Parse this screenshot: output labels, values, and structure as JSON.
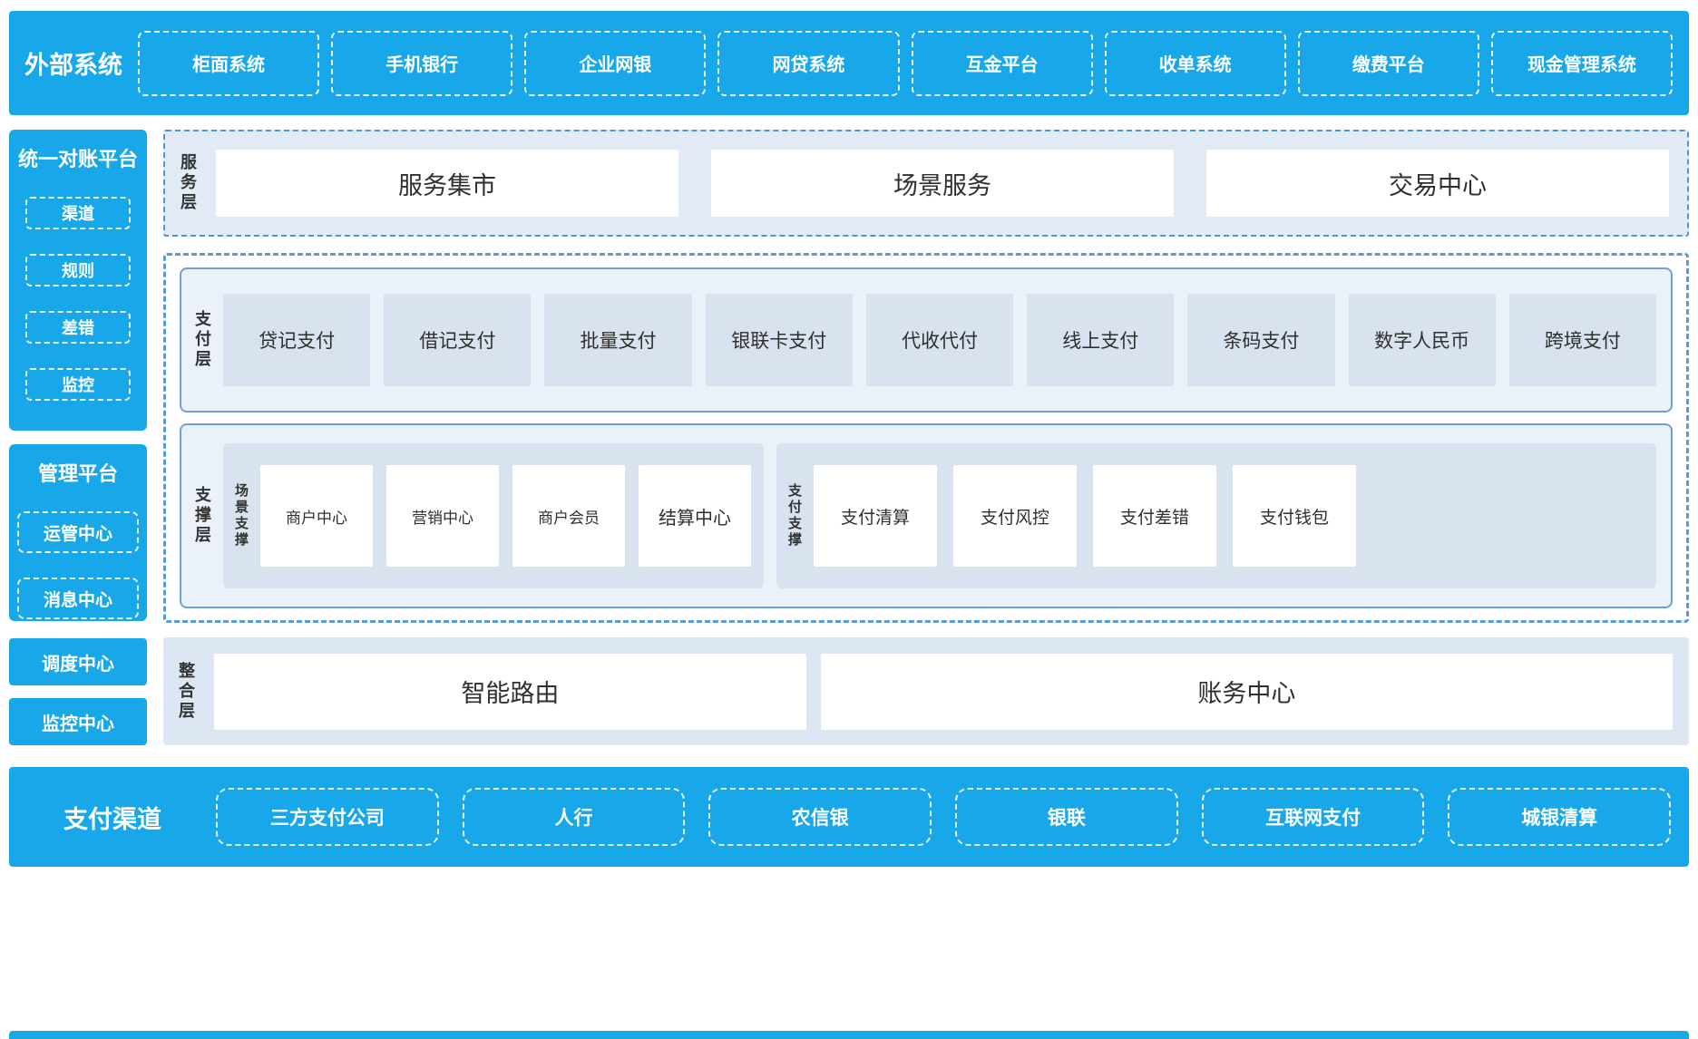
{
  "colors": {
    "accent_blue": "#18A8EA",
    "dashed_border_blue": "#5B9BD5",
    "panel_fill": "#D9E3F0",
    "layer_fill": "#EBF1F8",
    "service_fill": "#E1EAF5",
    "integration_fill": "#DDE7F3",
    "text_dark": "#333333"
  },
  "top_bar": {
    "label": "外部系统",
    "items": [
      "柜面系统",
      "手机银行",
      "企业网银",
      "网贷系统",
      "互金平台",
      "收单系统",
      "缴费平台",
      "现金管理系统"
    ]
  },
  "sidebar": {
    "recon_platform": {
      "title": "统一对账平台",
      "items": [
        "渠道",
        "规则",
        "差错",
        "监控"
      ]
    },
    "mgmt_platform": {
      "title": "管理平台",
      "items": [
        "运管中心",
        "消息中心"
      ]
    },
    "scheduler_block": "调度中心",
    "monitor_block": "监控中心"
  },
  "service_layer": {
    "label": "服务层",
    "items": [
      "服务集市",
      "场景服务",
      "交易中心"
    ]
  },
  "payment_layer": {
    "label": "支付层",
    "items": [
      "贷记支付",
      "借记支付",
      "批量支付",
      "银联卡支付",
      "代收代付",
      "线上支付",
      "条码支付",
      "数字人民币",
      "跨境支付"
    ]
  },
  "support_layer": {
    "label": "支撑层",
    "scene_group": {
      "label": "场景支撑",
      "items": [
        "商户中心",
        "营销中心",
        "商户会员",
        "结算中心"
      ]
    },
    "pay_group": {
      "label": "支付支撑",
      "items": [
        "支付清算",
        "支付风控",
        "支付差错",
        "支付钱包"
      ]
    }
  },
  "integration_layer": {
    "label": "整合层",
    "items": [
      "智能路由",
      "账务中心"
    ]
  },
  "bottom_bar": {
    "label": "支付渠道",
    "items": [
      "三方支付公司",
      "人行",
      "农信银",
      "银联",
      "互联网支付",
      "城银清算"
    ]
  }
}
